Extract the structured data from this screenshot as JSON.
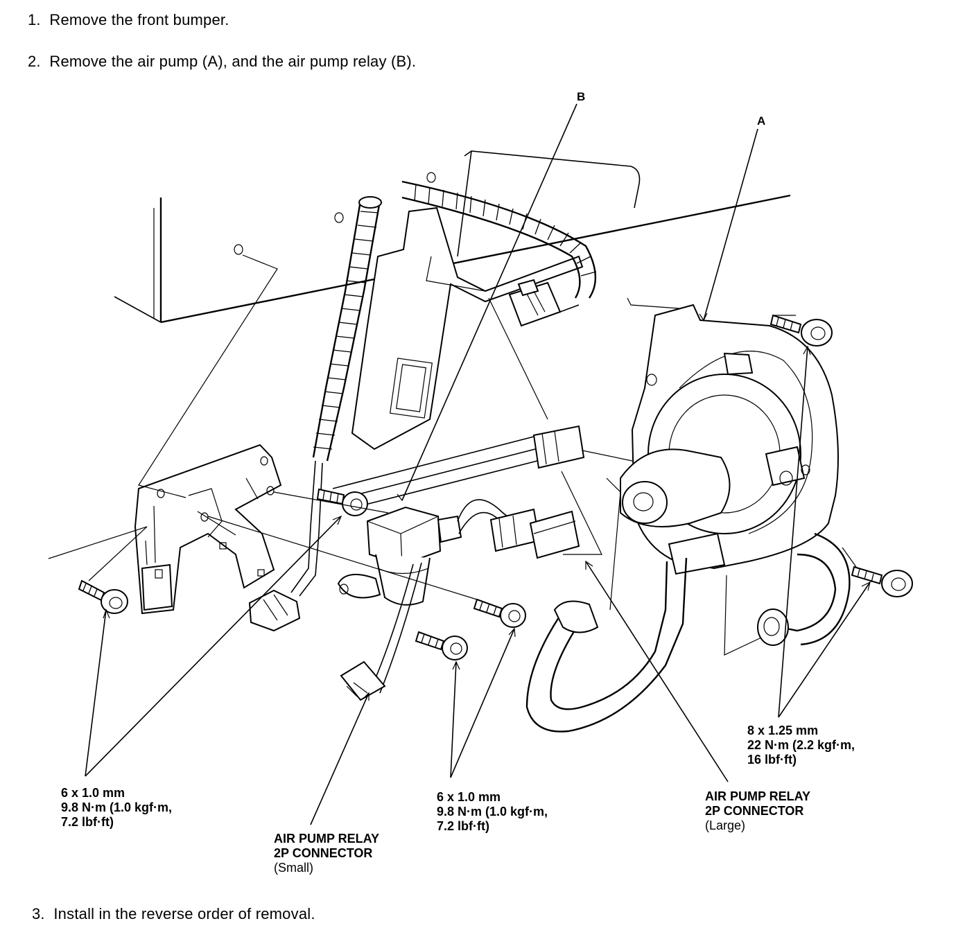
{
  "steps": [
    {
      "number": "1.",
      "text": "Remove the front bumper."
    },
    {
      "number": "2.",
      "text": "Remove the air pump (A), and the air pump relay (B)."
    },
    {
      "number": "3.",
      "text": "Install in the reverse order of removal."
    }
  ],
  "diagram": {
    "part_labels": {
      "relay": "B",
      "air_pump": "A"
    },
    "callouts": {
      "bolt_left": [
        "6 x 1.0 mm",
        "9.8 N·m (1.0 kgf·m,",
        "7.2 lbf·ft)"
      ],
      "bolt_center": [
        "6 x 1.0 mm",
        "9.8 N·m (1.0 kgf·m,",
        "7.2 lbf·ft)"
      ],
      "bolt_right": [
        "8 x 1.25 mm",
        "22 N·m (2.2 kgf·m,",
        "16 lbf·ft)"
      ],
      "connector_small": [
        "AIR PUMP RELAY",
        "2P CONNECTOR",
        "(Small)"
      ],
      "connector_large": [
        "AIR PUMP RELAY",
        "2P CONNECTOR",
        "(Large)"
      ]
    }
  }
}
